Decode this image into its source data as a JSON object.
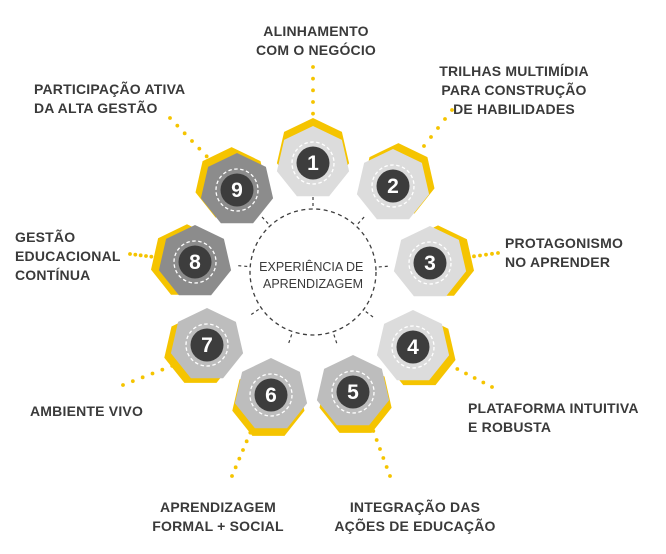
{
  "center": {
    "line1": "EXPERIÊNCIA DE",
    "line2": "APRENDIZAGEM"
  },
  "colors": {
    "accent": "#f5c400",
    "light": "#dcdcdc",
    "mid": "#bdbdbd",
    "dark": "#8c8c8c",
    "badge": "#3d3d3d",
    "text": "#3a3a3a"
  },
  "nodes": [
    {
      "number": "1",
      "lines": [
        "ALINHAMENTO",
        "COM O NEGÓCIO"
      ]
    },
    {
      "number": "2",
      "lines": [
        "TRILHAS MULTIMÍDIA",
        "PARA CONSTRUÇÃO",
        "DE HABILIDADES"
      ]
    },
    {
      "number": "3",
      "lines": [
        "PROTAGONISMO",
        "NO APRENDER"
      ]
    },
    {
      "number": "4",
      "lines": [
        "PLATAFORMA INTUITIVA",
        "E ROBUSTA"
      ]
    },
    {
      "number": "5",
      "lines": [
        "INTEGRAÇÃO DAS",
        "AÇÕES DE EDUCAÇÃO"
      ]
    },
    {
      "number": "6",
      "lines": [
        "APRENDIZAGEM",
        "FORMAL + SOCIAL"
      ]
    },
    {
      "number": "7",
      "lines": [
        "AMBIENTE VIVO"
      ]
    },
    {
      "number": "8",
      "lines": [
        "GESTÃO",
        "EDUCACIONAL",
        "CONTÍNUA"
      ]
    },
    {
      "number": "9",
      "lines": [
        "PARTICIPAÇÃO ATIVA",
        "DA ALTA GESTÃO"
      ]
    }
  ]
}
